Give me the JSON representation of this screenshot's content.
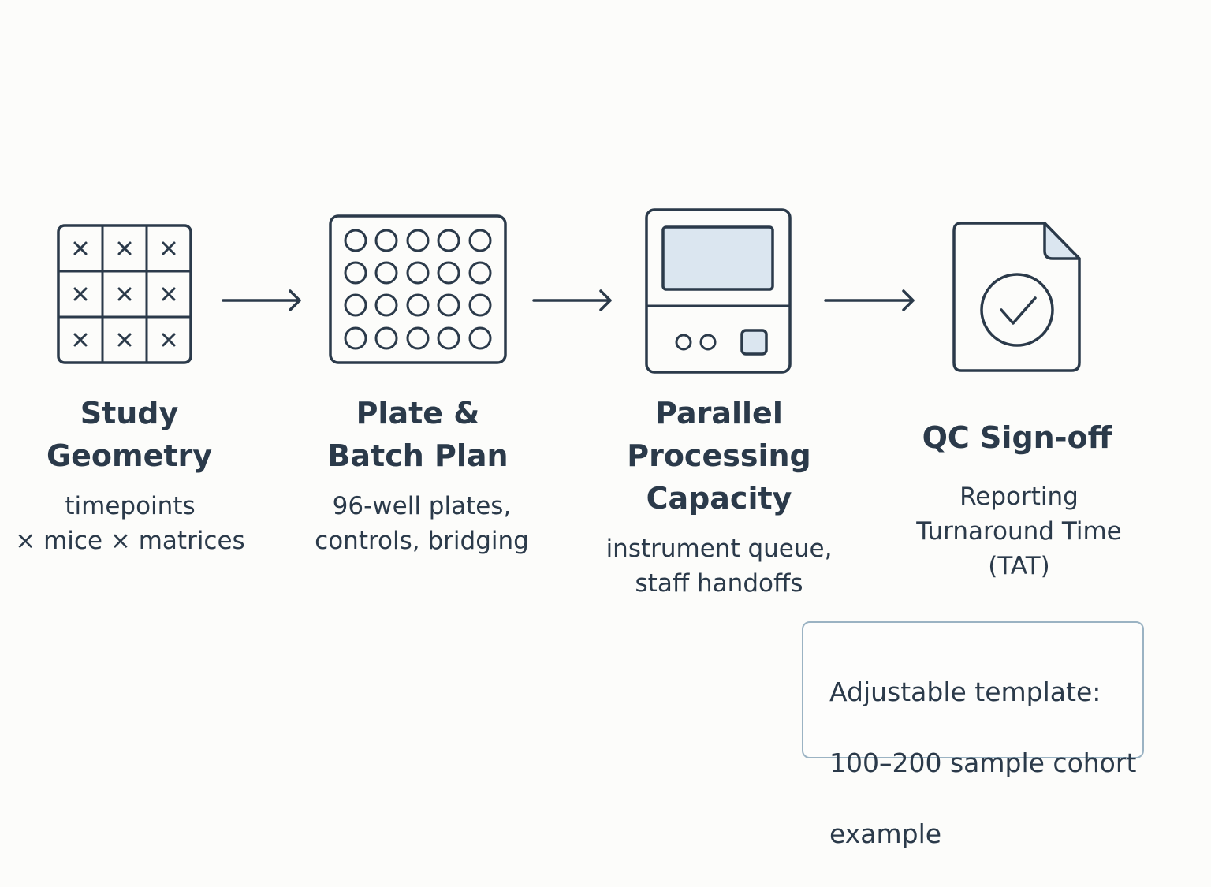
{
  "colors": {
    "stroke": "#2b3a4a",
    "fill_accent": "#dbe6f0",
    "background": "#fcfcfa",
    "note_border": "#9bb3c3"
  },
  "steps": [
    {
      "icon": "grid-x-icon",
      "title_lines": [
        "Study",
        "Geometry"
      ],
      "sub_lines": [
        "timepoints",
        "× mice × matrices"
      ]
    },
    {
      "icon": "well-plate-icon",
      "title_lines": [
        "Plate &",
        "Batch Plan"
      ],
      "sub_lines": [
        "96-well plates,",
        "controls, bridging"
      ]
    },
    {
      "icon": "instrument-icon",
      "title_lines": [
        "Parallel",
        "Processing",
        "Capacity"
      ],
      "sub_lines": [
        "instrument queue,",
        "staff handoffs"
      ]
    },
    {
      "icon": "document-check-icon",
      "title_lines": [
        "QC Sign-off"
      ],
      "sub_lines": [
        "Reporting",
        "Turnaround Time",
        "(TAT)"
      ]
    }
  ],
  "note": {
    "lines": [
      "Adjustable template:",
      "100–200 sample cohort",
      "example"
    ]
  }
}
